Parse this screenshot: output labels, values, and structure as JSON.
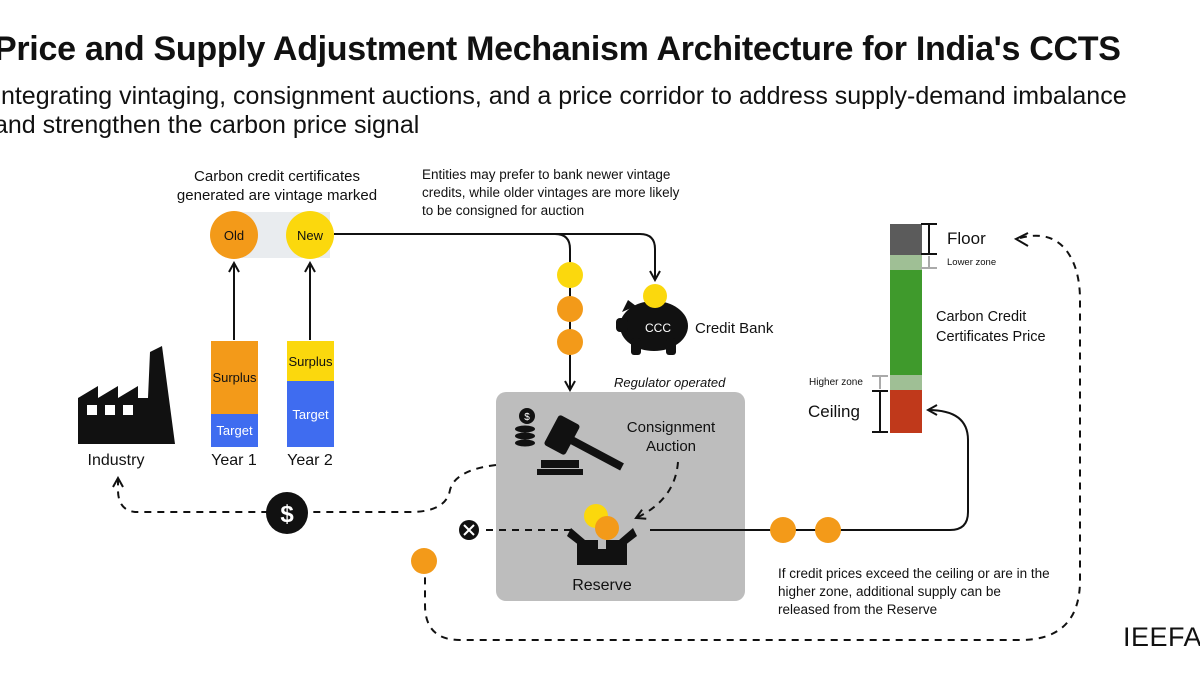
{
  "title": "Price and Supply Adjustment Mechanism Architecture for India's CCTS",
  "subtitle": "Integrating vintaging, consignment auctions, and a price corridor to address supply-demand imbalance and strengthen the carbon price signal",
  "vintage_label": "Carbon credit certificates generated are vintage marked",
  "banking_note": "Entities may prefer to bank newer vintage credits, while older vintages are more likely to be consigned for auction",
  "circles": {
    "old": "Old",
    "new": "New"
  },
  "years": [
    {
      "surplus": "Surplus",
      "target": "Target",
      "label": "Year 1"
    },
    {
      "surplus": "Surplus",
      "target": "Target",
      "label": "Year 2"
    }
  ],
  "industry_label": "Industry",
  "credit_bank": {
    "label": "Credit Bank",
    "piggy_text": "CCC"
  },
  "regulator_label": "Regulator operated",
  "auction_label": "Consignment Auction",
  "reserve_label": "Reserve",
  "price_bar": {
    "floor": "Floor",
    "lower_zone": "Lower zone",
    "price_label": "Carbon Credit Certificates Price",
    "higher_zone": "Higher zone",
    "ceiling": "Ceiling"
  },
  "reserve_note": "If credit prices exceed the ceiling or are in the higher zone, additional supply can be released from the Reserve",
  "dollar_symbol": "$",
  "logo": "IEEFA",
  "colors": {
    "old_vintage": "#f39a19",
    "new_vintage": "#fbd80d",
    "target": "#3f6cf0",
    "floor": "#5b5b5b",
    "zone": "#9fbf95",
    "price": "#3f9a2c",
    "ceiling": "#c0391b",
    "reserve_box": "#bdbdbd"
  }
}
